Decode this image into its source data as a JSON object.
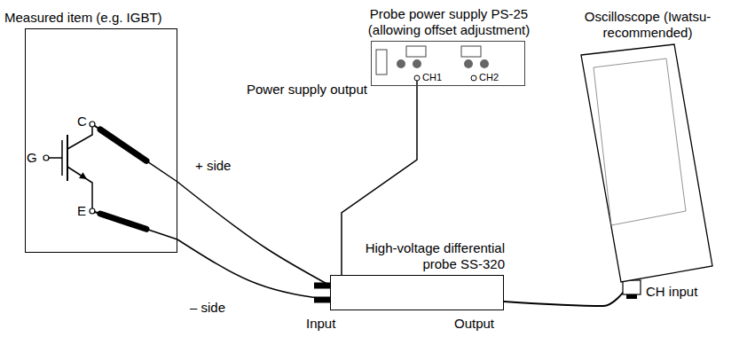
{
  "diagram": {
    "nodes": [
      {
        "text": [
          "Measured item (e.g. IGBT)"
        ]
      },
      {
        "text": [
          "Probe power supply PS-25 (allowing offset adjustment)"
        ]
      },
      {
        "text": [
          "Oscilloscope (Iwatsu-recommended)"
        ]
      },
      {
        "text": [
          "High-voltage differential probe SS-320"
        ]
      }
    ],
    "edges": [
      {
        "from": 0,
        "to": 3,
        "arrow": "none",
        "label": "+ side"
      },
      {
        "from": 0,
        "to": 3,
        "arrow": "none",
        "label": "– side"
      },
      {
        "from": 1,
        "to": 3,
        "arrow": "none"
      },
      {
        "from": 3,
        "to": 2,
        "arrow": "none"
      }
    ],
    "labels": [
      "C",
      "G",
      "E",
      "CH1",
      "CH2",
      "Power supply output",
      "CH input",
      "Input",
      "Output"
    ]
  }
}
